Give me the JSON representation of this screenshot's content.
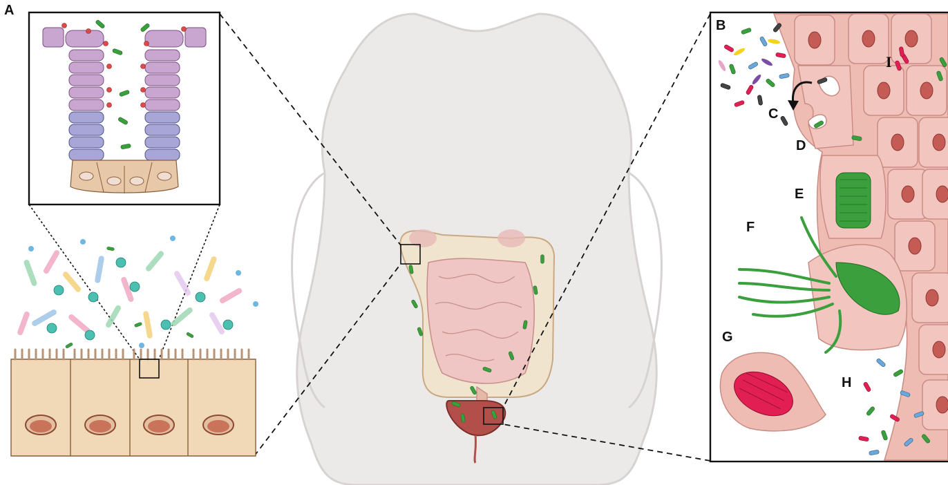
{
  "labels": {
    "A": "A",
    "B": "B",
    "C": "C",
    "D": "D",
    "E": "E",
    "F": "F",
    "G": "G",
    "H": "H",
    "I": "I"
  },
  "colors": {
    "skin": "#ece9e9",
    "skin_edge": "#d8d3d3",
    "colon": "#f0e4cf",
    "colon_edge": "#c9a983",
    "small_intestine": "#efc6c4",
    "bladder": "#b24f4a",
    "bacteria_green": "#3a9f3c",
    "bacteria_red": "#e21f52",
    "bacteria_blue": "#6ba8d9",
    "cell_pink": "#f2c5bf",
    "cell_pink_edge": "#c98c85",
    "nucleus": "#c45b54",
    "crypt_purple": "#c9a6cf",
    "crypt_blue": "#a7a6d6",
    "crypt_tan": "#e7c8a8"
  }
}
